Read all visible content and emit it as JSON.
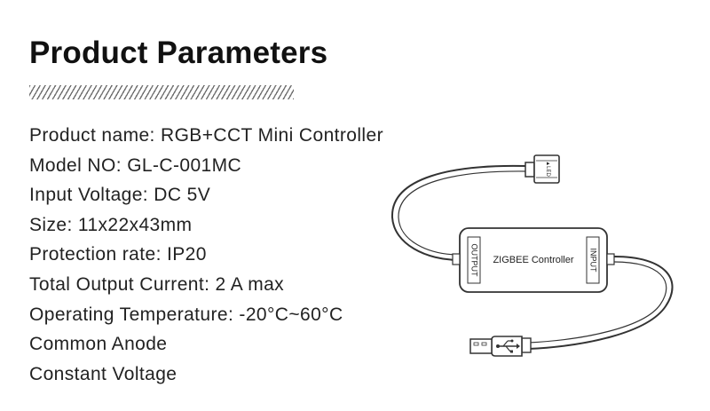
{
  "title": "Product Parameters",
  "specs": [
    "Product name: RGB+CCT Mini Controller",
    "Model NO: GL-C-001MC",
    "Input Voltage: DC 5V",
    "Size: 11x22x43mm",
    "Protection rate: IP20",
    "Total Output Current: 2 A max",
    "Operating Temperature: -20°C~60°C",
    "Common Anode",
    "Constant Voltage"
  ],
  "device": {
    "label": "ZIGBEE Controller",
    "output_label": "OUTPUT",
    "input_label": "INPUT",
    "connector_label": "▲LED"
  }
}
